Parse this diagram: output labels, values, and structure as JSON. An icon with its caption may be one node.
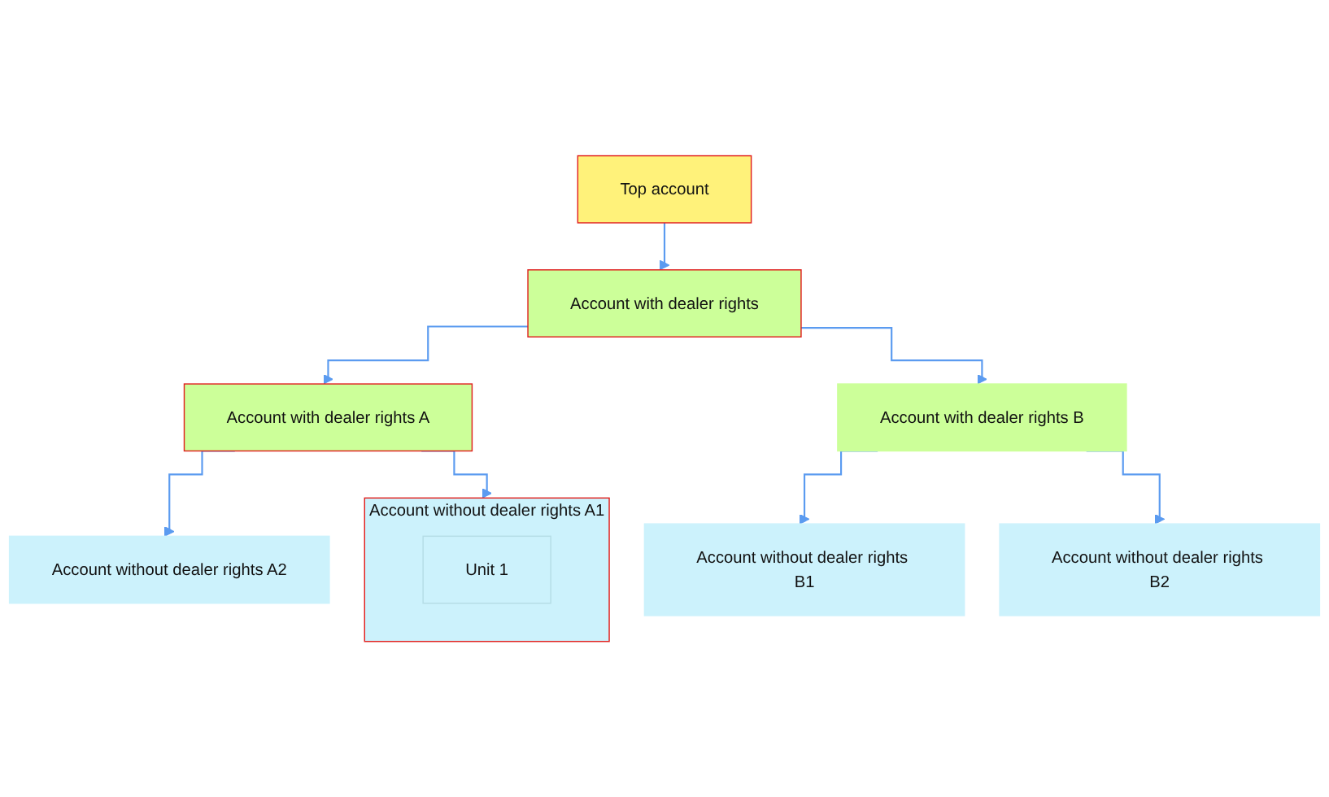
{
  "diagram": {
    "nodes": [
      {
        "text": [
          "Top account"
        ]
      },
      {
        "text": [
          "Account with dealer rights"
        ]
      },
      {
        "text": [
          "Account with dealer rights A"
        ]
      },
      {
        "text": [
          "Account with dealer rights B"
        ]
      },
      {
        "text": [
          "Account without dealer rights A1"
        ]
      },
      {
        "text": [
          "Unit 1"
        ],
        "in": 4
      },
      {
        "text": [
          "Account without dealer rights A2"
        ]
      },
      {
        "text": [
          "Account without dealer rights B1"
        ]
      },
      {
        "text": [
          "Account without dealer rights B2"
        ]
      }
    ],
    "edges": [
      {
        "from": 0,
        "to": 1,
        "arrow": "to"
      },
      {
        "from": 1,
        "to": 2,
        "arrow": "to"
      },
      {
        "from": 1,
        "to": 3,
        "arrow": "to"
      },
      {
        "from": 2,
        "to": 4,
        "arrow": "to"
      },
      {
        "from": 2,
        "to": 6,
        "arrow": "to"
      },
      {
        "from": 3,
        "to": 7,
        "arrow": "to"
      },
      {
        "from": 3,
        "to": 8,
        "arrow": "to"
      }
    ]
  }
}
